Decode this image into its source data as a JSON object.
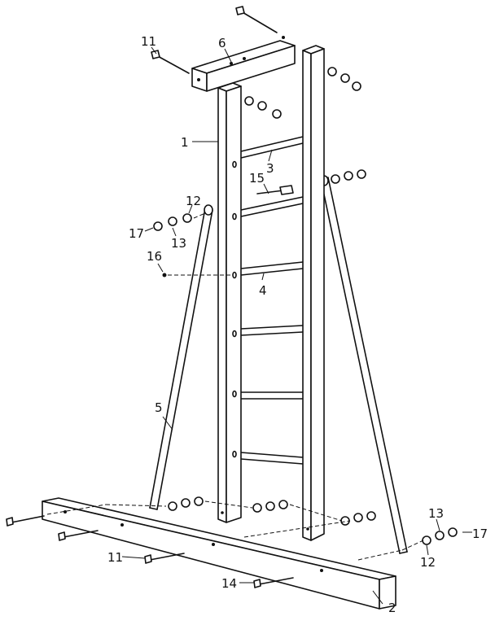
{
  "callouts": {
    "c1": "1",
    "c2": "2",
    "c3": "3",
    "c4": "4",
    "c5": "5",
    "c6": "6",
    "c11a": "11",
    "c11b": "11",
    "c12a": "12",
    "c12b": "12",
    "c13a": "13",
    "c13b": "13",
    "c14": "14",
    "c15": "15",
    "c16": "16",
    "c17a": "17",
    "c17b": "17"
  }
}
